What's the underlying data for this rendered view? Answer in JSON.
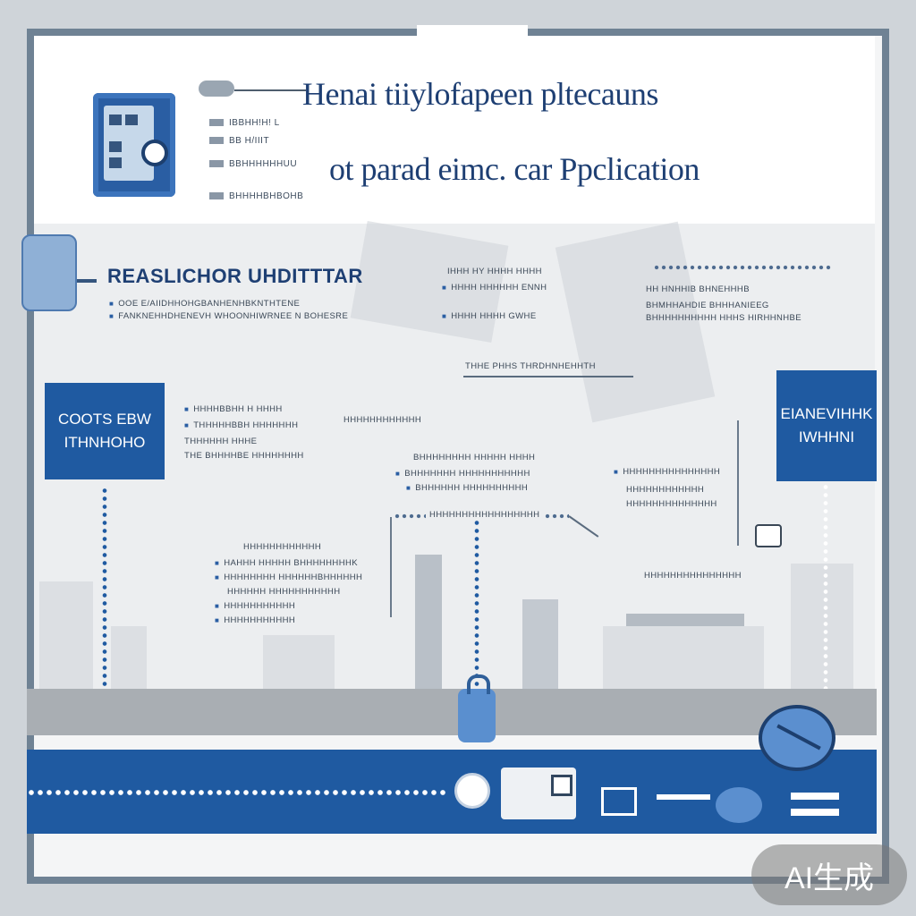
{
  "header": {
    "title_line1": "Henai tiiylofapeen pltecauns",
    "title_line2": "ot parad eimc. car Ppclication",
    "bullets": [
      "IBBHH!H!  L",
      "BB H/IIIT",
      "BBHHHHHHUU",
      "BHHHHBHBOHB"
    ]
  },
  "section": {
    "title": "REASLICHOR UHDITTTAR",
    "lines": [
      "OOE E/AIIDHHOHGBANHENHBKNTHTENE",
      "FANKNEHHDHENEVH WHOONHIWRNEE N BOHESRE"
    ]
  },
  "col_mid_top": [
    "IHHH HY HHHH HHHH",
    "HHHH HHHHHH ENNH",
    "HHHH HHHH GWHE"
  ],
  "col_right_top": [
    "HH HNHHIB BHNEHHHB",
    "BHMHHAHDIE BHHHANIEEG",
    "BHHHHHHHHHH HHHS HIRHHNHBE"
  ],
  "label_center_top": "THHE PHHS THRDHNHEHHTH",
  "box_left": {
    "line1": "COOTS EBW",
    "line2": "ITHNHOHO"
  },
  "box_right": {
    "line1": "EIANEVIHHK",
    "line2": "IWHHNI"
  },
  "col_left_mid": [
    "HHHHBBHH H HHHH",
    "THHHHHBBH HHHHHHH",
    "THHHHHH HHHE",
    "THE BHHHHBE HHHHHHHH"
  ],
  "label_mid": "HHHHHHHHHHHH",
  "col_center_mid": [
    "BHHHHHHHH HHHHH HHHH",
    "BHHHHHHH HHHHHHHHHHH",
    "BHHHHHH HHHHHHHHHH"
  ],
  "col_right_mid": [
    "HHHHHHHHHHHHHHH",
    "HHHHHHHHHHHH",
    "HHHHHHHHHHHHHH"
  ],
  "dotted_label": "HHHHHHHHHHHHHHHHH",
  "col_left_low": [
    "HHHHHHHHHHHH",
    "HAHHH HHHHH BHHHHHHHHK",
    "HHHHHHHH HHHHHHBHHHHHH",
    "HHHHHH HHHHHHHHHHH",
    "HHHHHHHHHHH",
    "HHHHHHHHHHH"
  ],
  "machine_label": "HHHHHHHHHHHHHHH",
  "watermark": "AI生成"
}
